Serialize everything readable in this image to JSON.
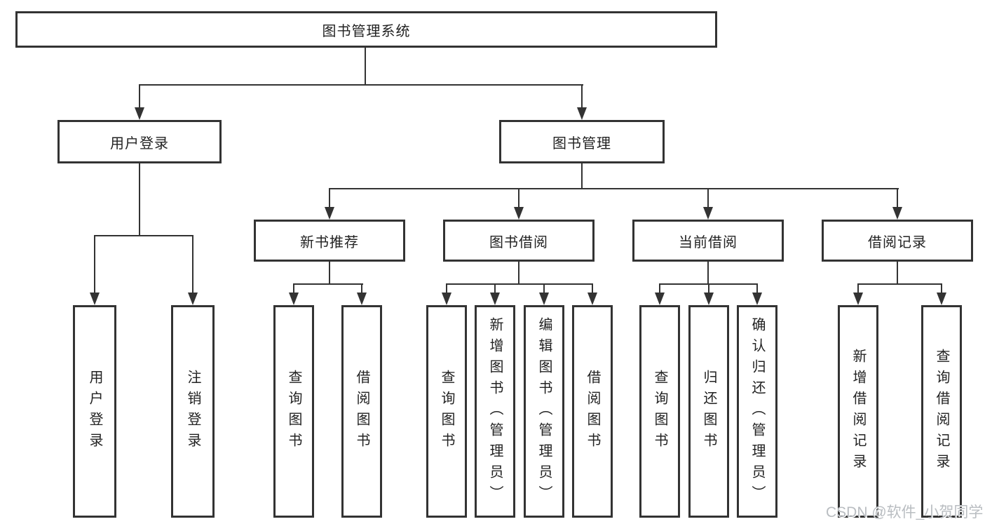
{
  "diagram": {
    "root": "图书管理系统",
    "branches": [
      {
        "label": "用户登录",
        "leaves": [
          "用户登录",
          "注销登录"
        ]
      },
      {
        "label": "图书管理",
        "sections": [
          {
            "label": "新书推荐",
            "leaves": [
              "查询图书",
              "借阅图书"
            ]
          },
          {
            "label": "图书借阅",
            "leaves": [
              "查询图书",
              "新增图书（管理员）",
              "编辑图书（管理员）",
              "借阅图书"
            ]
          },
          {
            "label": "当前借阅",
            "leaves": [
              "查询图书",
              "归还图书",
              "确认归还（管理员）"
            ]
          },
          {
            "label": "借阅记录",
            "leaves": [
              "新增借阅记录",
              "查询借阅记录"
            ]
          }
        ]
      }
    ]
  },
  "watermark": {
    "text": "CSDN @软件_小贺同学"
  },
  "colors": {
    "line": "#333333",
    "box_border": "#333333",
    "text": "#222222",
    "background": "#ffffff",
    "watermark": "#b9bdc1"
  }
}
